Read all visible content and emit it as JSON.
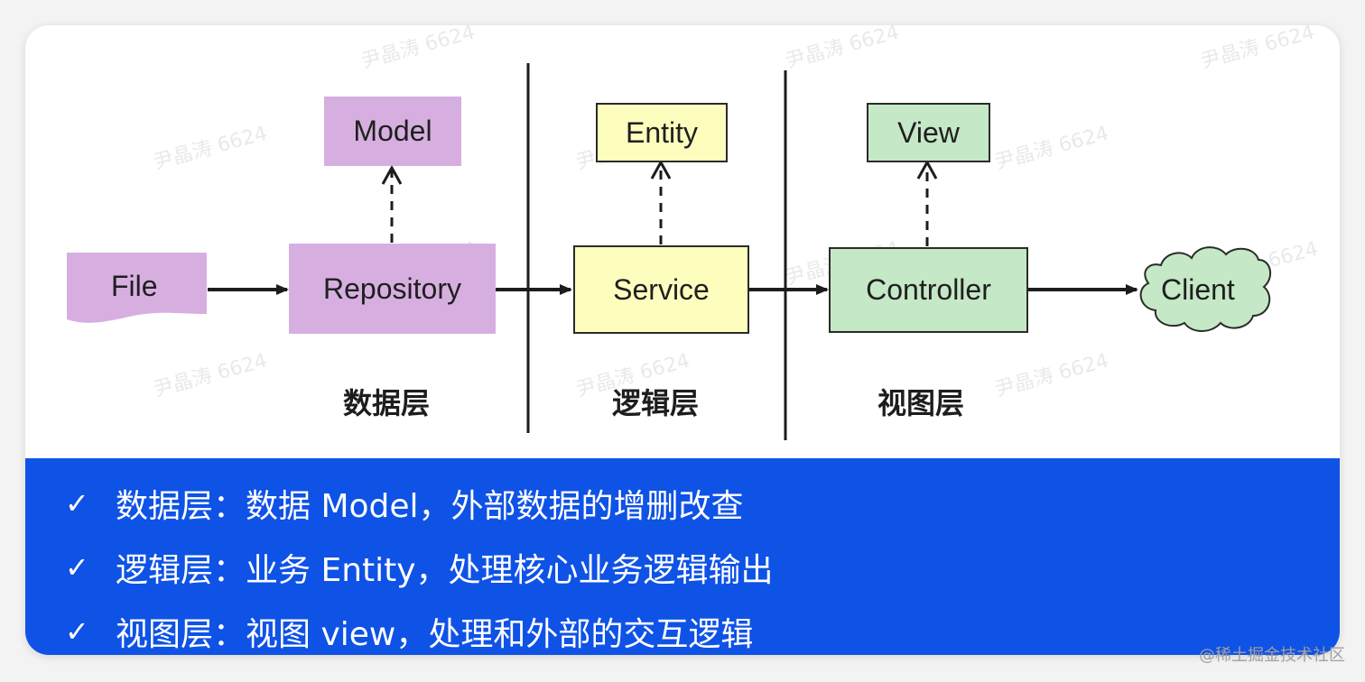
{
  "diagram": {
    "nodes": {
      "file": "File",
      "repository": "Repository",
      "model": "Model",
      "service": "Service",
      "entity": "Entity",
      "controller": "Controller",
      "view": "View",
      "client": "Client"
    },
    "layers": {
      "data": "数据层",
      "logic": "逻辑层",
      "view": "视图层"
    },
    "colors": {
      "data_layer": "#d6afe0",
      "logic_layer": "#fdfdbe",
      "view_layer": "#c5e8c6",
      "panel": "#0f52e6"
    }
  },
  "watermark": "尹晶涛 6624",
  "summary": [
    {
      "check": "✓",
      "text": "数据层：数据 Model，外部数据的增删改查"
    },
    {
      "check": "✓",
      "text": "逻辑层：业务 Entity，处理核心业务逻辑输出"
    },
    {
      "check": "✓",
      "text": "视图层：视图 view，处理和外部的交互逻辑"
    }
  ],
  "footer": "@稀土掘金技术社区"
}
